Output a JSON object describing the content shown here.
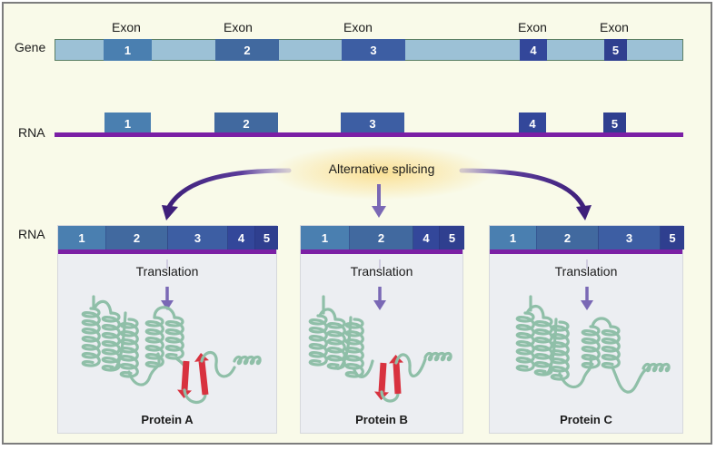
{
  "labels": {
    "gene": "Gene",
    "rna_premrna": "RNA",
    "rna_mature": "RNA",
    "exon_word": "Exon",
    "alternative_splicing": "Alternative splicing"
  },
  "colors": {
    "intron": "#9cc1d6",
    "exon_shades": [
      "#4a7fb0",
      "#41699f",
      "#3d5ea3",
      "#33479a",
      "#2f3f8f"
    ],
    "rna_backbone": "#7b1fa5",
    "arrow": "#3e1f7a",
    "protein_coil": "#8fbfa8",
    "beta_strand": "#d8323f",
    "background": "#f9fae9",
    "panel": "#eceef2"
  },
  "gene": {
    "exons": [
      {
        "number": "1",
        "label": "Exon"
      },
      {
        "number": "2",
        "label": "Exon"
      },
      {
        "number": "3",
        "label": "Exon"
      },
      {
        "number": "4",
        "label": "Exon"
      },
      {
        "number": "5",
        "label": "Exon"
      }
    ]
  },
  "pre_mrna": {
    "exons": [
      "1",
      "2",
      "3",
      "4",
      "5"
    ]
  },
  "isoforms": [
    {
      "name": "Protein A",
      "process": "Translation",
      "exons_included": [
        "1",
        "2",
        "3",
        "4",
        "5"
      ],
      "has_beta_hairpin": true
    },
    {
      "name": "Protein B",
      "process": "Translation",
      "exons_included": [
        "1",
        "2",
        "4",
        "5"
      ],
      "has_beta_hairpin": true
    },
    {
      "name": "Protein C",
      "process": "Translation",
      "exons_included": [
        "1",
        "2",
        "3",
        "5"
      ],
      "has_beta_hairpin": false
    }
  ]
}
